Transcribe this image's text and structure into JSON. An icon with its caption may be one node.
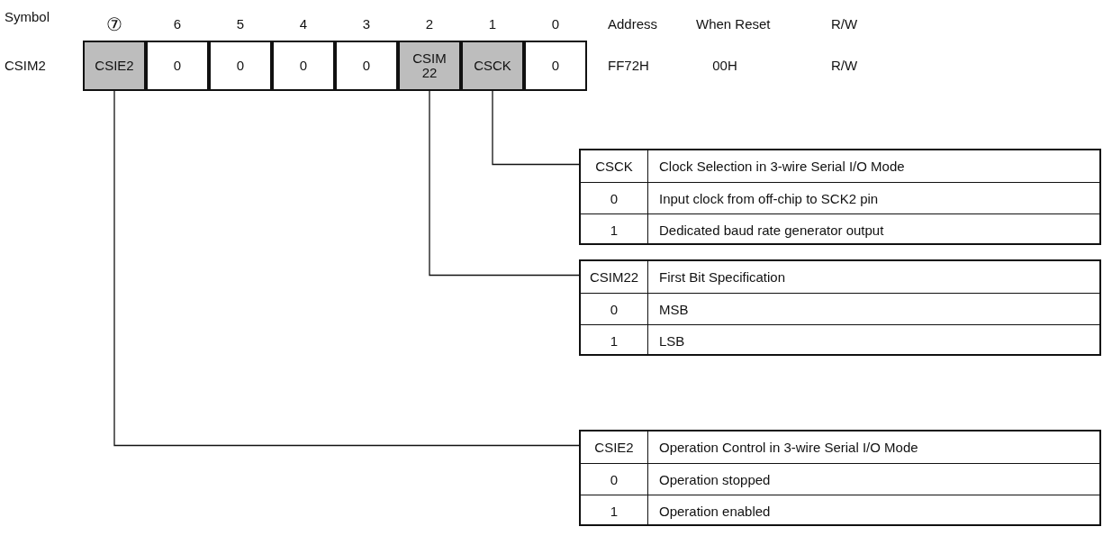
{
  "diagram": {
    "nodes": [
      {
        "text": [
          "CSIE2"
        ]
      },
      {
        "text": [
          "0"
        ]
      },
      {
        "text": [
          "0"
        ]
      },
      {
        "text": [
          "0"
        ]
      },
      {
        "text": [
          "0"
        ]
      },
      {
        "text": [
          "CSIM 22"
        ]
      },
      {
        "text": [
          "CSCK"
        ]
      },
      {
        "text": [
          "0"
        ]
      },
      {
        "text": [
          "CSCK",
          "Clock Selection in 3-wire Serial I/O Mode",
          "0",
          "Input clock from off-chip to SCK2 pin",
          "1",
          "Dedicated baud rate generator output"
        ]
      },
      {
        "text": [
          "CSIM22",
          "First Bit Specification",
          "0",
          "MSB",
          "1",
          "LSB"
        ]
      },
      {
        "text": [
          "CSIE2",
          "Operation Control in 3-wire Serial I/O Mode",
          "0",
          "Operation stopped",
          "1",
          "Operation enabled"
        ]
      }
    ],
    "edges": [
      {
        "from": 6,
        "to": 8,
        "arrow": "none"
      },
      {
        "from": 5,
        "to": 9,
        "arrow": "none"
      },
      {
        "from": 0,
        "to": 10,
        "arrow": "none"
      }
    ],
    "labels": [
      "Symbol",
      "⑦",
      "6",
      "5",
      "4",
      "3",
      "2",
      "1",
      "0",
      "Address",
      "When Reset",
      "R/W",
      "CSIM2",
      "FF72H",
      "00H",
      "R/W"
    ]
  }
}
